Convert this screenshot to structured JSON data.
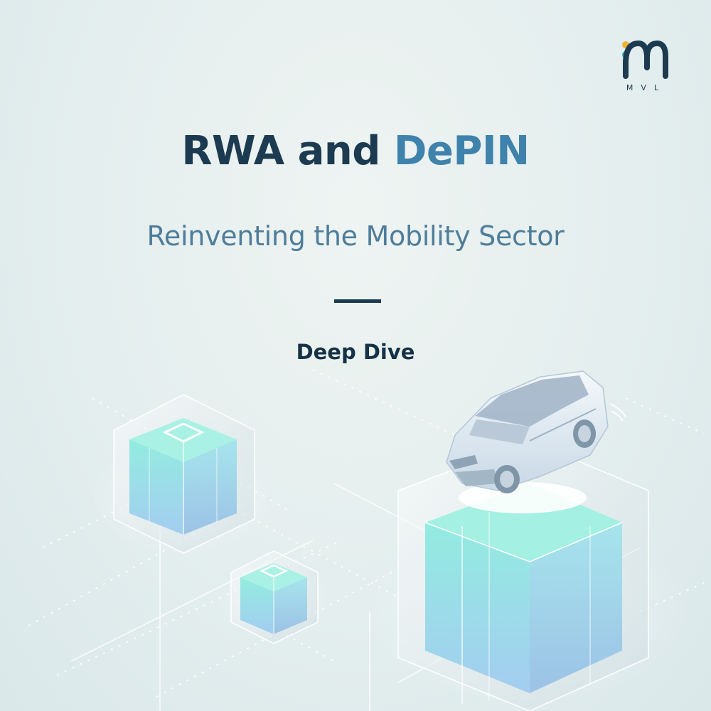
{
  "brand": {
    "logo_text": "MVL",
    "logo_colors": {
      "mark": "#1c3b51",
      "dot_top": "#f2b233",
      "dot_bottom": "#3aa6b2"
    }
  },
  "headline": {
    "part1": "RWA and",
    "part2": "DePIN"
  },
  "subtitle": "Reinventing the Mobility Sector",
  "tag": "Deep Dive",
  "colors": {
    "title_dark": "#1c3b51",
    "title_accent": "#3f82ac",
    "subtitle": "#4f7d9a",
    "cube_glow": "#8de8e2",
    "cube_blue": "#a9d4ee"
  },
  "illustration": {
    "icons": [
      "cube-icon",
      "cube-icon",
      "cube-icon",
      "car-icon"
    ]
  }
}
